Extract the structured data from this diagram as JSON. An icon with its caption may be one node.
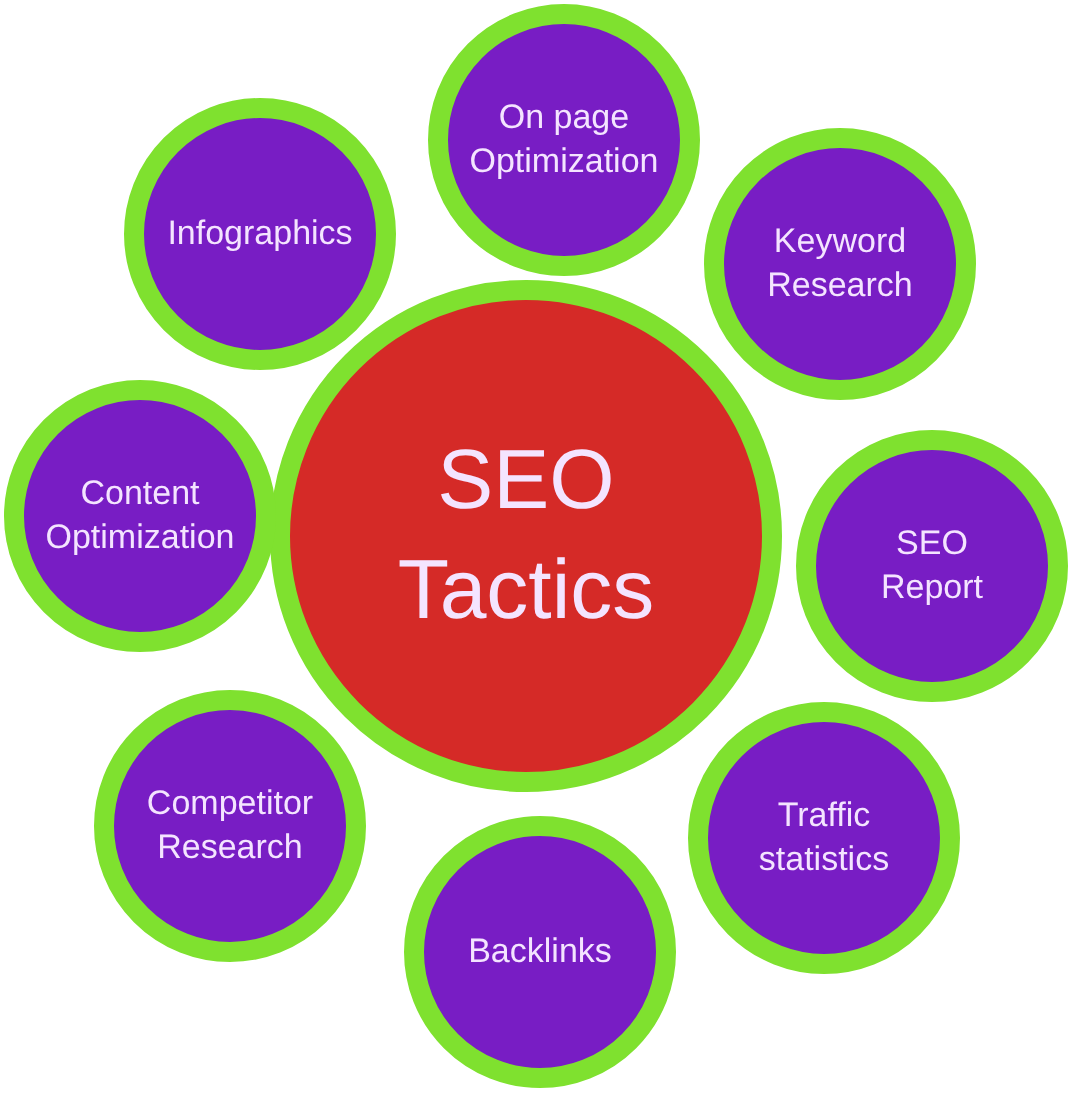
{
  "diagram": {
    "nodes": [
      {
        "text": [
          "SEO Tactics"
        ]
      },
      {
        "text": [
          "On page Optimization"
        ]
      },
      {
        "text": [
          "Keyword Research"
        ]
      },
      {
        "text": [
          "SEO Report"
        ]
      },
      {
        "text": [
          "Traffic statistics"
        ]
      },
      {
        "text": [
          "Backlinks"
        ]
      },
      {
        "text": [
          "Competitor Research"
        ]
      },
      {
        "text": [
          "Content Optimization"
        ]
      },
      {
        "text": [
          "Infographics"
        ]
      }
    ]
  }
}
